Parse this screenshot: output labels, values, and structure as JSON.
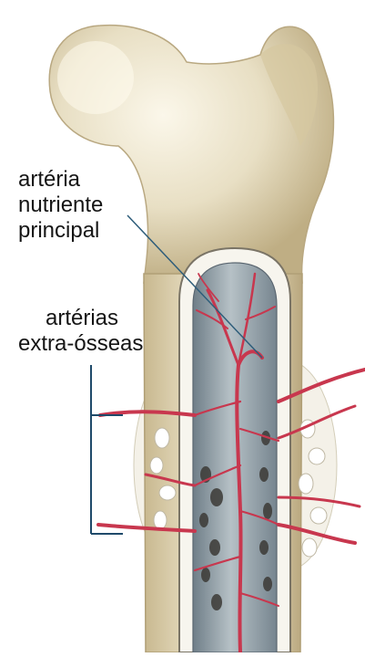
{
  "labels": {
    "nutrient_artery": [
      "artéria",
      "nutriente",
      "principal"
    ],
    "extraosseous_arteries": [
      "artérias",
      "extra-ósseas"
    ]
  },
  "colors": {
    "bone": "#e6dcbe",
    "bone_shadow": "#c9b98f",
    "marrow_cavity": "#9aa7ae",
    "artery": "#c8374e",
    "leader_line": "#2e5d7a",
    "bracket": "#1f4a6a"
  }
}
